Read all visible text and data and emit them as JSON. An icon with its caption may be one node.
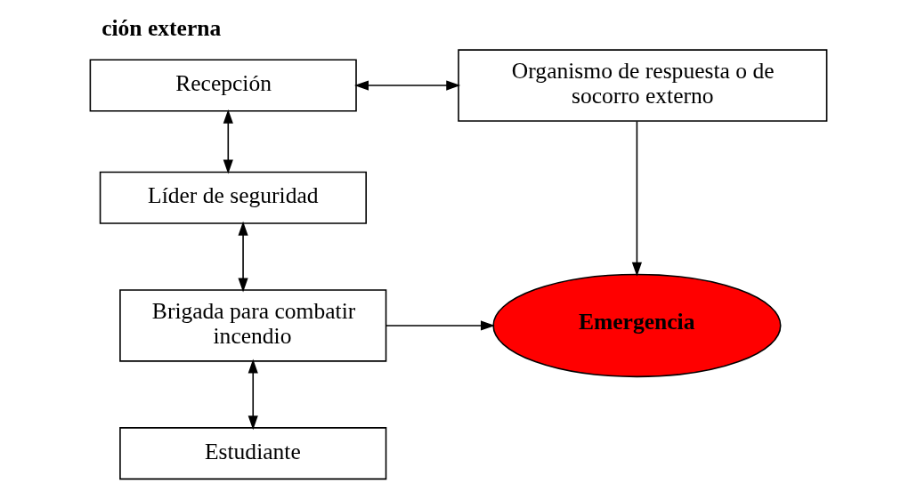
{
  "diagram": {
    "title": "ción externa",
    "nodes": [
      {
        "text": [
          "Recepción"
        ]
      },
      {
        "text": [
          "Organismo de respuesta o de socorro externo"
        ]
      },
      {
        "text": [
          "Líder de seguridad"
        ]
      },
      {
        "text": [
          "Brigada para combatir incendio"
        ]
      },
      {
        "text": [
          "Estudiante"
        ]
      },
      {
        "text": [
          "Emergencia"
        ]
      }
    ],
    "edges": [
      {
        "from": 0,
        "to": 1,
        "arrow": "both"
      },
      {
        "from": 0,
        "to": 2,
        "arrow": "both"
      },
      {
        "from": 2,
        "to": 3,
        "arrow": "both"
      },
      {
        "from": 3,
        "to": 4,
        "arrow": "both"
      },
      {
        "from": 1,
        "to": 5,
        "arrow": "to"
      },
      {
        "from": 3,
        "to": 5,
        "arrow": "to"
      }
    ]
  }
}
